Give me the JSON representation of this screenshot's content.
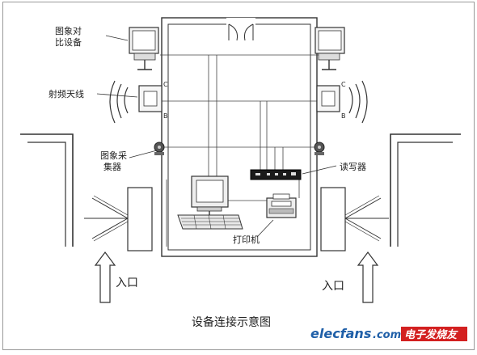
{
  "labels": {
    "monitor": [
      "图象对",
      "比设备"
    ],
    "antenna": "射频天线",
    "camera": [
      "图象采",
      "集器"
    ],
    "reader": "读写器",
    "printer": "打印机",
    "entrance_left": "入口",
    "entrance_right": "入口",
    "antenna_mark_c": "C",
    "antenna_mark_b": "B"
  },
  "caption": "设备连接示意图",
  "watermark": {
    "brand": "elecfans",
    "tld": ".com",
    "cn": "电子发烧友"
  },
  "colors": {
    "line": "#333333",
    "brand_blue": "#1f5fa8",
    "brand_red": "#d32020"
  }
}
